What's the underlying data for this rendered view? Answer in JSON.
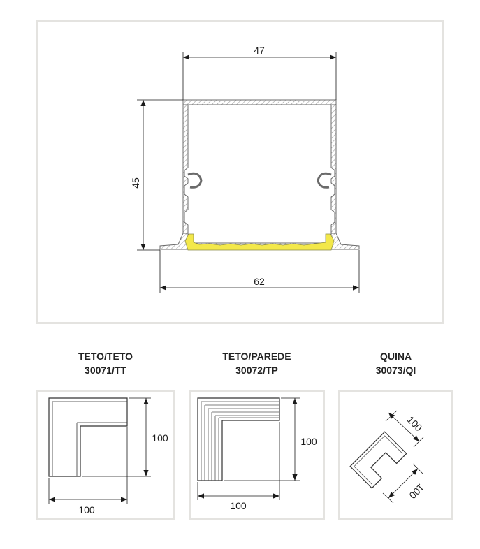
{
  "profile": {
    "dim_top_width": "47",
    "dim_height": "45",
    "dim_bottom_width": "62",
    "colors": {
      "outline": "#6b6b6b",
      "hatch": "#9a9a9a",
      "led": "#f3e84a",
      "panel_border": "#e4e3e0"
    }
  },
  "connectors": [
    {
      "label_line1": "TETO/TETO",
      "label_line2": "30071/TT",
      "dim_h": "100",
      "dim_w": "100"
    },
    {
      "label_line1": "TETO/PAREDE",
      "label_line2": "30072/TP",
      "dim_h": "100",
      "dim_w": "100"
    },
    {
      "label_line1": "QUINA",
      "label_line2": "30073/QI",
      "dim_a": "100",
      "dim_b": "100"
    }
  ]
}
